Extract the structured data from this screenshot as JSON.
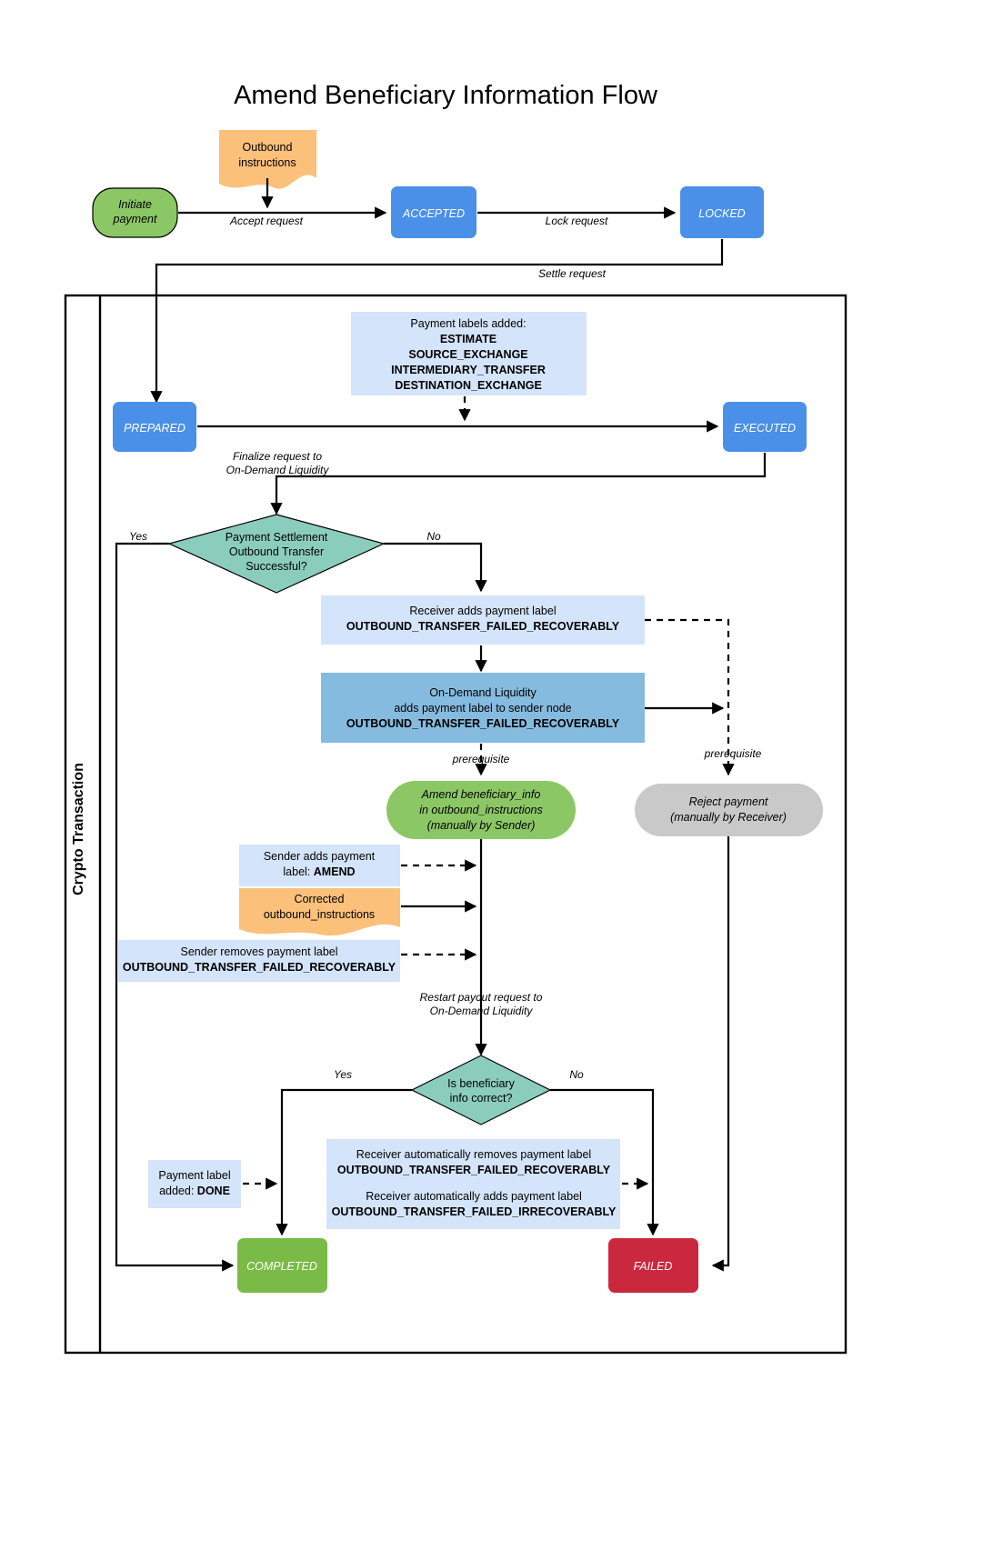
{
  "title": "Amend Beneficiary Information Flow",
  "swimlane": {
    "label": "Crypto Transaction"
  },
  "colors": {
    "state_blue": "#4a90e8",
    "start_green": "#8cc765",
    "terminal_green": "#79bb46",
    "terminal_red": "#c9283e",
    "decision_teal": "#8bcdbd",
    "note_light_blue": "#d4e4fa",
    "note_mid_blue": "#85bbdf",
    "doc_orange": "#fbc07a",
    "reject_gray": "#c9c9c9",
    "line_black": "#000000"
  },
  "nodes": {
    "initiate": {
      "label_line1": "Initiate",
      "label_line2": "payment"
    },
    "outbound_doc": {
      "label_line1": "Outbound",
      "label_line2": "instructions"
    },
    "accepted": {
      "label": "ACCEPTED"
    },
    "locked": {
      "label": "LOCKED"
    },
    "prepared": {
      "label": "PREPARED"
    },
    "executed": {
      "label": "EXECUTED"
    },
    "payment_labels_note": {
      "line1": "Payment labels added:",
      "line2": "ESTIMATE",
      "line3": "SOURCE_EXCHANGE",
      "line4": "INTERMEDIARY_TRANSFER",
      "line5": "DESTINATION_EXCHANGE"
    },
    "decision_settlement": {
      "line1": "Payment Settlement",
      "line2": "Outbound Transfer",
      "line3": "Successful?"
    },
    "receiver_adds_label": {
      "line1": "Receiver adds payment label",
      "line2": "OUTBOUND_TRANSFER_FAILED_RECOVERABLY"
    },
    "odl_adds_label": {
      "line1": "On-Demand Liquidity",
      "line2": "adds payment label to sender node",
      "line3": "OUTBOUND_TRANSFER_FAILED_RECOVERABLY"
    },
    "amend_beneficiary": {
      "line1": "Amend beneficiary_info",
      "line2": "in outbound_instructions",
      "line3": "(manually by Sender)"
    },
    "reject_payment": {
      "line1": "Reject payment",
      "line2": "(manually by Receiver)"
    },
    "sender_adds_amend": {
      "line1": "Sender adds payment",
      "line2_prefix": "label: ",
      "line2_bold": "AMEND"
    },
    "corrected_doc": {
      "line1": "Corrected",
      "line2": "outbound_instructions"
    },
    "sender_removes_label": {
      "line1": "Sender removes payment label",
      "line2": "OUTBOUND_TRANSFER_FAILED_RECOVERABLY"
    },
    "decision_beneficiary": {
      "line1": "Is beneficiary",
      "line2": "info correct?"
    },
    "payment_label_done": {
      "line1": "Payment label",
      "line2_prefix": "added: ",
      "line2_bold": "DONE"
    },
    "receiver_auto_labels": {
      "line1": "Receiver automatically removes payment label",
      "line2": "OUTBOUND_TRANSFER_FAILED_RECOVERABLY",
      "line3": "Receiver automatically adds payment label",
      "line4": "OUTBOUND_TRANSFER_FAILED_IRRECOVERABLY"
    },
    "completed": {
      "label": "COMPLETED"
    },
    "failed": {
      "label": "FAILED"
    }
  },
  "edge_labels": {
    "accept_request": "Accept request",
    "lock_request": "Lock request",
    "settle_request": "Settle request",
    "finalize_line1": "Finalize request to",
    "finalize_line2": "On-Demand Liquidity",
    "yes_top": "Yes",
    "no_top": "No",
    "prerequisite_left": "prerequisite",
    "prerequisite_right": "prerequisite",
    "restart_line1": "Restart payout request to",
    "restart_line2": "On-Demand Liquidity",
    "yes_bottom": "Yes",
    "no_bottom": "No"
  }
}
